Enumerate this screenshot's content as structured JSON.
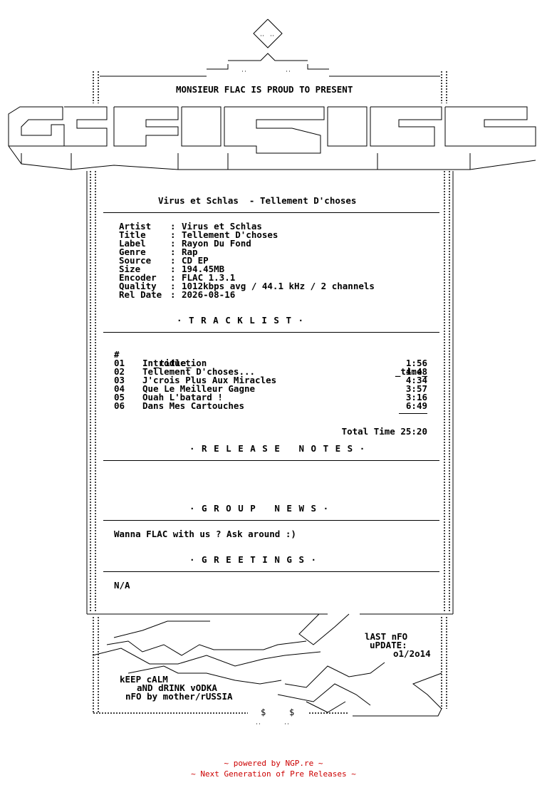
{
  "header": {
    "present": "MONSIEUR FLAC IS PROUD TO PRESENT",
    "release_title": "Virus et Schlas  - Tellement D'choses"
  },
  "info": [
    {
      "key": "Artist",
      "value": "Virus et Schlas"
    },
    {
      "key": "Title",
      "value": "Tellement D'choses"
    },
    {
      "key": "Label",
      "value": "Rayon Du Fond"
    },
    {
      "key": "Genre",
      "value": "Rap"
    },
    {
      "key": "Source",
      "value": "CD EP"
    },
    {
      "key": "Size",
      "value": "194.45MB"
    },
    {
      "key": "Encoder",
      "value": "FLAC 1.3.1"
    },
    {
      "key": "Quality",
      "value": "1012kbps avg / 44.1 kHz / 2 channels"
    },
    {
      "key": "Rel Date",
      "value": "2026-08-16"
    }
  ],
  "info_separator": ":",
  "tracklist": {
    "heading": "· T R A C K L I S T ·",
    "col_num": "#",
    "col_title": "_title_",
    "col_time": "_time_",
    "tracks": [
      {
        "num": "01",
        "title": "Introduction",
        "time": "1:56"
      },
      {
        "num": "02",
        "title": "Tellement D'choses...",
        "time": "4:48"
      },
      {
        "num": "03",
        "title": "J'crois Plus Aux Miracles",
        "time": "4:34"
      },
      {
        "num": "04",
        "title": "Que Le Meilleur Gagne",
        "time": "3:57"
      },
      {
        "num": "05",
        "title": "Ouah L'batard !",
        "time": "3:16"
      },
      {
        "num": "06",
        "title": "Dans Mes Cartouches",
        "time": "6:49"
      }
    ],
    "total_label": "Total Time",
    "total_time": "25:20"
  },
  "release_notes": {
    "heading": "· R E L E A S E   N O T E S ·"
  },
  "group_news": {
    "heading": "· G R O U P   N E W S ·",
    "text": "Wanna FLAC with us ? Ask around :)"
  },
  "greetings": {
    "heading": "· G R E E T I N G S ·",
    "text": "N/A"
  },
  "bottom": {
    "last_nfo_1": "lAST nFO",
    "last_nfo_2": "uPDATE:",
    "last_nfo_date": "o1/2o14",
    "slogan_1": "kEEP cALM",
    "slogan_2": "aND dRINK vODKA",
    "credit": "nFO by mother/rUSSIA"
  },
  "footer": {
    "line1": "~ powered by NGP.re ~",
    "line2": "~ Next Generation of Pre Releases ~"
  },
  "colors": {
    "text": "#000000",
    "footer": "#cc0000",
    "background": "#ffffff"
  }
}
